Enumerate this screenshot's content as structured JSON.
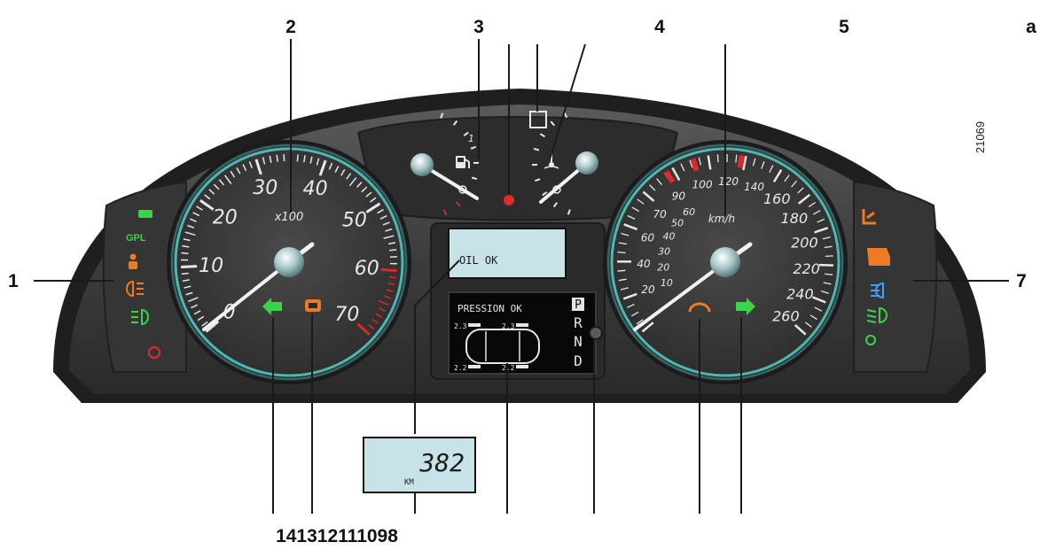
{
  "figure": {
    "corner_label": "a",
    "figure_code": "21069"
  },
  "callouts": {
    "top": [
      "2",
      "3",
      "4",
      "5"
    ],
    "left": "1",
    "right": "7",
    "bottom": "141312111098"
  },
  "tachometer": {
    "scale_labels": [
      "0",
      "10",
      "20",
      "30",
      "40",
      "50",
      "60",
      "70"
    ],
    "unit_label": "x100"
  },
  "speedometer": {
    "outer_labels": [
      "20",
      "40",
      "60",
      "70",
      "90",
      "100",
      "120",
      "140",
      "160",
      "180",
      "200",
      "220",
      "240",
      "260"
    ],
    "inner_labels": [
      "10",
      "20",
      "30",
      "40",
      "50",
      "60"
    ],
    "unit_label": "km/h"
  },
  "fuel_gauge": {
    "full_label": "1"
  },
  "temp_gauge": {
    "label": ""
  },
  "center": {
    "oil_message": "OIL OK",
    "tyre_message": "PRESSION OK",
    "tyre_values": [
      "2.3",
      "2.3",
      "2.2",
      "2.2"
    ],
    "gear_letters": [
      "P",
      "R",
      "N",
      "D"
    ]
  },
  "odometer": {
    "value": "382",
    "unit": "KM"
  },
  "warning_lamps_left": [
    {
      "label": "",
      "icon": "lighting-icon",
      "color": "#3bd34a"
    },
    {
      "label": "GPL",
      "icon": "lpg-text-icon",
      "color": "#3bd34a"
    },
    {
      "label": "",
      "icon": "seatbelt-icon",
      "color": "#f07a24"
    },
    {
      "label": "",
      "icon": "rear-fog-icon",
      "color": "#f07a24"
    },
    {
      "label": "",
      "icon": "front-fog-icon",
      "color": "#3bd34a"
    },
    {
      "label": "",
      "icon": "brake-icon",
      "color": "#e32b2b"
    }
  ],
  "warning_lamps_right": [
    {
      "label": "",
      "icon": "seat-heater-icon",
      "color": "#f07a24"
    },
    {
      "label": "",
      "icon": "oil-service-icon",
      "color": "#f07a24"
    },
    {
      "label": "",
      "icon": "main-beam-icon",
      "color": "#3fa0ff"
    },
    {
      "label": "",
      "icon": "dipped-beam-icon",
      "color": "#3bd34a"
    },
    {
      "label": "",
      "icon": "sidelight-icon",
      "color": "#3bd34a"
    }
  ],
  "indicators": {
    "left_arrow_color": "#3bd34a",
    "right_arrow_color": "#3bd34a",
    "engine_warn_color": "#f07a24",
    "cruise_color": "#f07a24"
  }
}
